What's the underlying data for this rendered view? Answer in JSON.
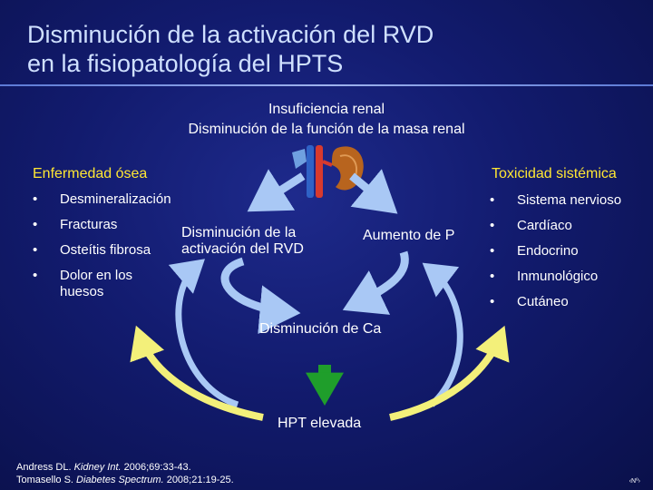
{
  "title": {
    "line1": "Disminución de la activación del RVD",
    "line2": "en la fisiopatología del HPTS"
  },
  "top": {
    "line1": "Insuficiencia renal",
    "line2": "Disminución de la función de la masa renal"
  },
  "left_heading": "Enfermedad ósea",
  "left_items": [
    "Desmineralización",
    "Fracturas",
    "Osteítis fibrosa",
    "Dolor en los huesos"
  ],
  "right_heading": "Toxicidad sistémica",
  "right_items": [
    "Sistema nervioso",
    "Cardíaco",
    "Endocrino",
    "Inmunológico",
    "Cutáneo"
  ],
  "bullet": "•",
  "vdr_label": "Disminución de la activación del RVD",
  "phosphate_label": "Aumento de P",
  "calcium_label": "Disminución de Ca",
  "pth_label": "HPT elevada",
  "references": {
    "ref1_pre": "Andress DL. ",
    "ref1_journal": "Kidney Int.",
    "ref1_post": " 2006;69:33-43.",
    "ref2_pre": "Tomasello S. ",
    "ref2_journal": "Diabetes Spectrum.",
    "ref2_post": " 2008;21:19-25."
  },
  "page_number": "‹Nº›",
  "colors": {
    "background": "#121b6e",
    "title": "#cfe0ff",
    "heading": "#ffe733",
    "blue_arrow": "#a9c8f5",
    "yellow_arrow": "#f3f07a",
    "green_arrow": "#1f9e2b",
    "kidney": "#b8641e"
  },
  "icons": [
    "kidney-icon"
  ]
}
